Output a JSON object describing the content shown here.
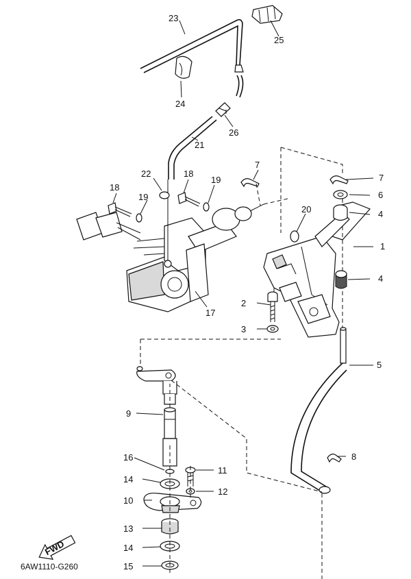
{
  "diagram": {
    "code": "6AW1110-G260",
    "fwd_label": "FWD",
    "callouts": [
      "1",
      "2",
      "3",
      "4",
      "4",
      "5",
      "6",
      "7",
      "7",
      "8",
      "9",
      "10",
      "11",
      "12",
      "13",
      "14",
      "14",
      "15",
      "16",
      "17",
      "18",
      "18",
      "19",
      "19",
      "20",
      "21",
      "22",
      "23",
      "24",
      "25",
      "26"
    ]
  }
}
